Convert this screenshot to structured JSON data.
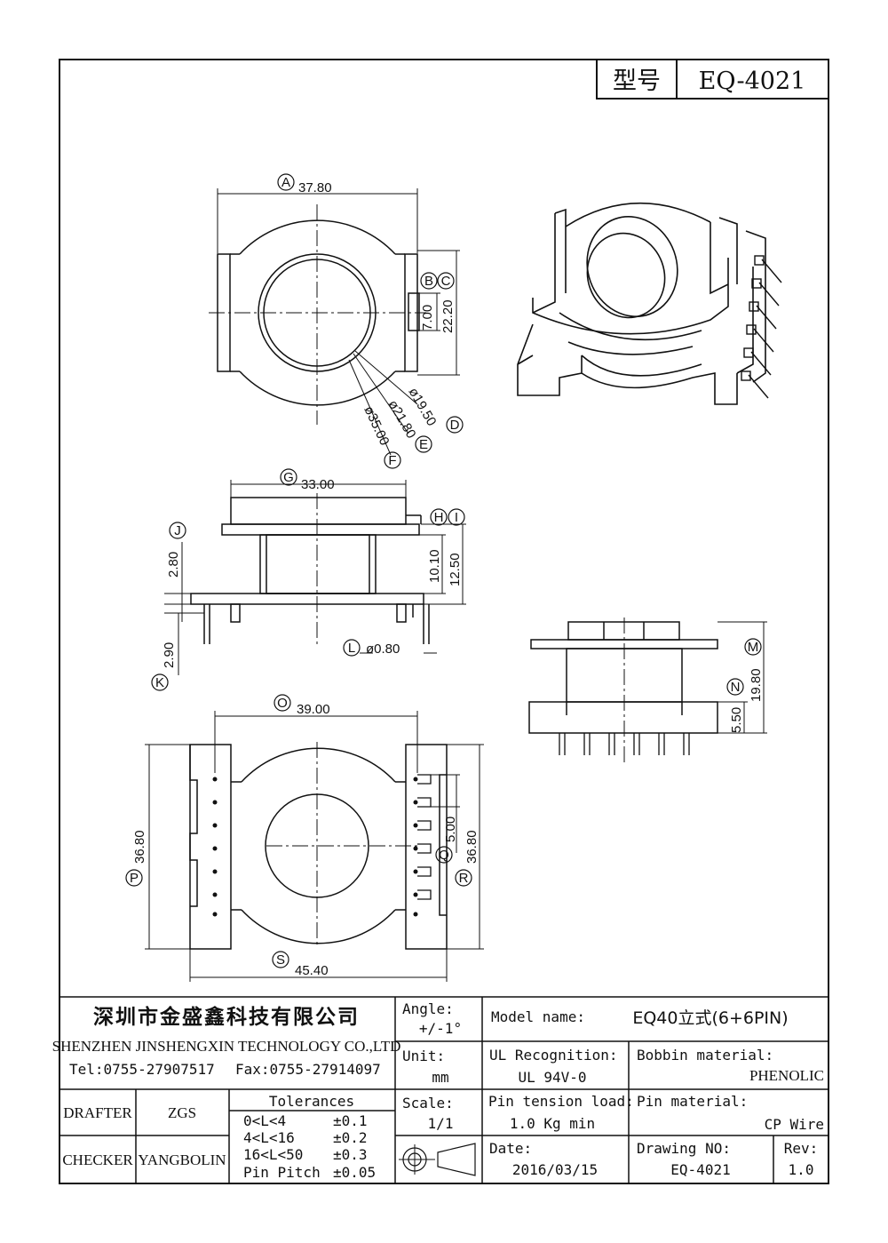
{
  "header": {
    "model_label": "型号",
    "model_value": "EQ-4021"
  },
  "top_view": {
    "dims": [
      {
        "letter": "A",
        "value": "37.80"
      },
      {
        "letter": "B",
        "value": "7.00"
      },
      {
        "letter": "C",
        "value": "22.20"
      },
      {
        "letter": "D",
        "value": "ø19.50"
      },
      {
        "letter": "E",
        "value": "ø21.80"
      },
      {
        "letter": "F",
        "value": "ø35.00"
      }
    ]
  },
  "side_view": {
    "dims": [
      {
        "letter": "G",
        "value": "33.00"
      },
      {
        "letter": "H",
        "value": "10.10"
      },
      {
        "letter": "I",
        "value": "12.50"
      },
      {
        "letter": "J",
        "value": "2.80"
      },
      {
        "letter": "K",
        "value": "2.90"
      },
      {
        "letter": "L",
        "value": "ø0.80"
      }
    ]
  },
  "bottom_view": {
    "dims": [
      {
        "letter": "O",
        "value": "39.00"
      },
      {
        "letter": "P",
        "value": "36.80"
      },
      {
        "letter": "Q",
        "value": "5.00"
      },
      {
        "letter": "R",
        "value": "36.80"
      },
      {
        "letter": "S",
        "value": "45.40"
      }
    ]
  },
  "front_view": {
    "dims": [
      {
        "letter": "M",
        "value": "19.80"
      },
      {
        "letter": "N",
        "value": "5.50"
      }
    ]
  },
  "title_block": {
    "company_cn": "深圳市金盛鑫科技有限公司",
    "company_en": "SHENZHEN JINSHENGXIN TECHNOLOGY CO.,LTD",
    "tel": "Tel:0755-27907517",
    "fax": "Fax:0755-27914097",
    "angle_label": "Angle:",
    "angle_value": "+/-1°",
    "unit_label": "Unit:",
    "unit_value": "mm",
    "scale_label": "Scale:",
    "scale_value": "1/1",
    "model_name_label": "Model name:",
    "model_name_value": "EQ40立式(6+6PIN)",
    "ul_label": "UL Recognition:",
    "ul_value": "UL 94V-0",
    "bobbin_label": "Bobbin material:",
    "bobbin_value": "PHENOLIC",
    "pin_tension_label": "Pin tension load:",
    "pin_tension_value": "1.0 Kg min",
    "pin_material_label": "Pin material:",
    "pin_material_value": "CP Wire",
    "date_label": "Date:",
    "date_value": "2016/03/15",
    "drawing_no_label": "Drawing NO:",
    "drawing_no_value": "EQ-4021",
    "rev_label": "Rev:",
    "rev_value": "1.0",
    "drafter_label": "DRAFTER",
    "drafter_value": "ZGS",
    "checker_label": "CHECKER",
    "checker_value": "YANGBOLIN",
    "tolerances_title": "Tolerances",
    "tolerances": [
      {
        "range": "0<L<4",
        "tol": "±0.1"
      },
      {
        "range": "4<L<16",
        "tol": "±0.2"
      },
      {
        "range": "16<L<50",
        "tol": "±0.3"
      },
      {
        "range": "Pin Pitch",
        "tol": "±0.05"
      }
    ]
  }
}
